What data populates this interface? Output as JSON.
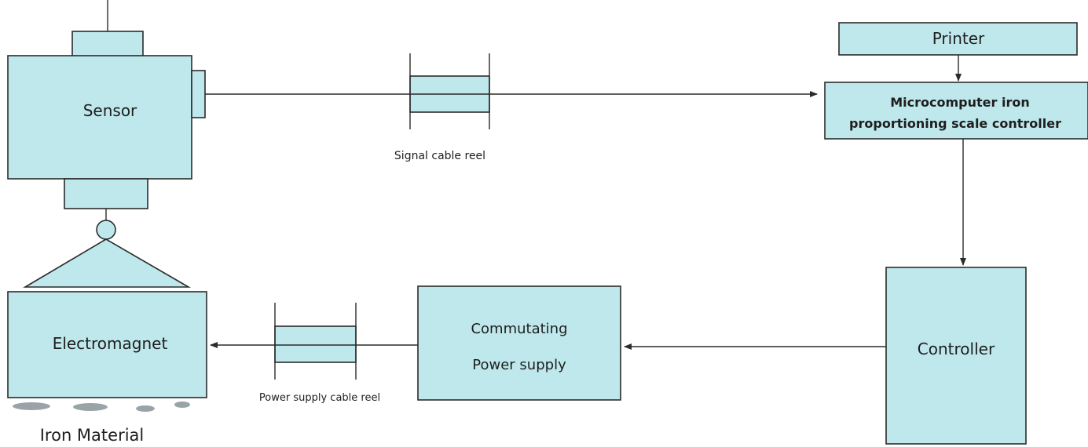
{
  "labels": {
    "sensor": "Sensor",
    "printer": "Printer",
    "controller_line1": "Microcomputer iron",
    "controller_line2": "proportioning scale controller",
    "controller": "Controller",
    "power_supply_line1": "Commutating",
    "power_supply_line2": "Power supply",
    "electromagnet": "Electromagnet",
    "signal_reel": "Signal cable reel",
    "power_reel": "Power supply cable reel",
    "iron_material": "Iron Material"
  },
  "colors": {
    "box_fill": "#bfe8ec",
    "stroke": "#2b2b2b"
  }
}
